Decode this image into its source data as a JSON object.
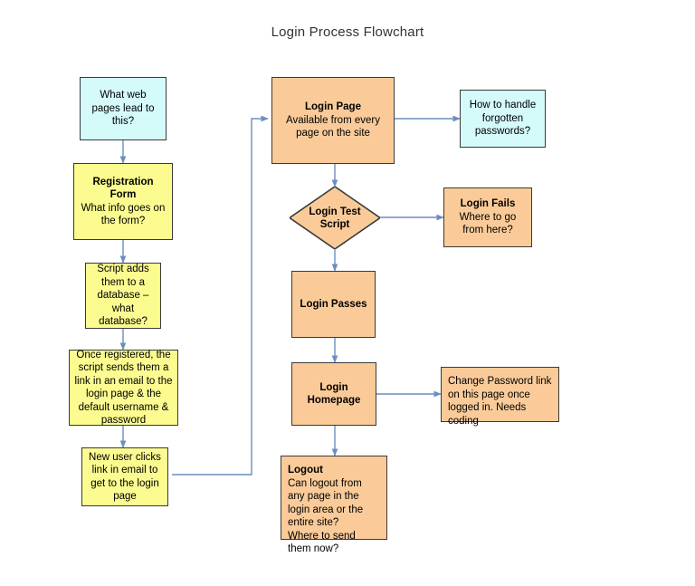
{
  "title": "Login Process Flowchart",
  "colors": {
    "blue_fill": "#d4fafa",
    "yellow_fill": "#fbfb90",
    "orange_fill": "#facb99",
    "node_border": "#3a3a3a",
    "connector": "#6c8ebf",
    "background": "#ffffff",
    "title_text": "#333333"
  },
  "nodes": {
    "what_web_pages": {
      "body": "What web pages lead to this?",
      "shape": "rectangle",
      "fill": "blue"
    },
    "registration_form": {
      "heading": "Registration Form",
      "body": "What info goes on the form?",
      "shape": "rectangle",
      "fill": "yellow"
    },
    "script_database": {
      "body": "Script adds them to a database – what database?",
      "shape": "rectangle",
      "fill": "yellow"
    },
    "once_registered": {
      "body": "Once registered, the script sends them a link in an email to the login page & the default username & password",
      "shape": "rectangle",
      "fill": "yellow"
    },
    "new_user_clicks": {
      "body": "New user clicks link in email to get to the login page",
      "shape": "rectangle",
      "fill": "yellow"
    },
    "login_page": {
      "heading": "Login Page",
      "body": "Available from every page on the site",
      "shape": "rectangle",
      "fill": "orange"
    },
    "forgotten_passwords": {
      "body": "How to handle forgotten passwords?",
      "shape": "rectangle",
      "fill": "blue"
    },
    "login_test_script": {
      "line1": "Login Test",
      "line2": "Script",
      "shape": "diamond",
      "fill": "orange"
    },
    "login_fails": {
      "heading": "Login Fails",
      "body": "Where to go from here?",
      "shape": "rectangle",
      "fill": "orange"
    },
    "login_passes": {
      "heading": "Login Passes",
      "shape": "rectangle",
      "fill": "orange"
    },
    "login_homepage": {
      "heading": "Login Homepage",
      "shape": "rectangle",
      "fill": "orange"
    },
    "change_password": {
      "body": "Change Password link on this page once logged in. Needs coding",
      "shape": "rectangle",
      "fill": "orange"
    },
    "logout": {
      "heading": "Logout",
      "body": "Can logout from any page in the login area or the entire site?\nWhere to send them now?",
      "shape": "rectangle",
      "fill": "orange"
    }
  }
}
